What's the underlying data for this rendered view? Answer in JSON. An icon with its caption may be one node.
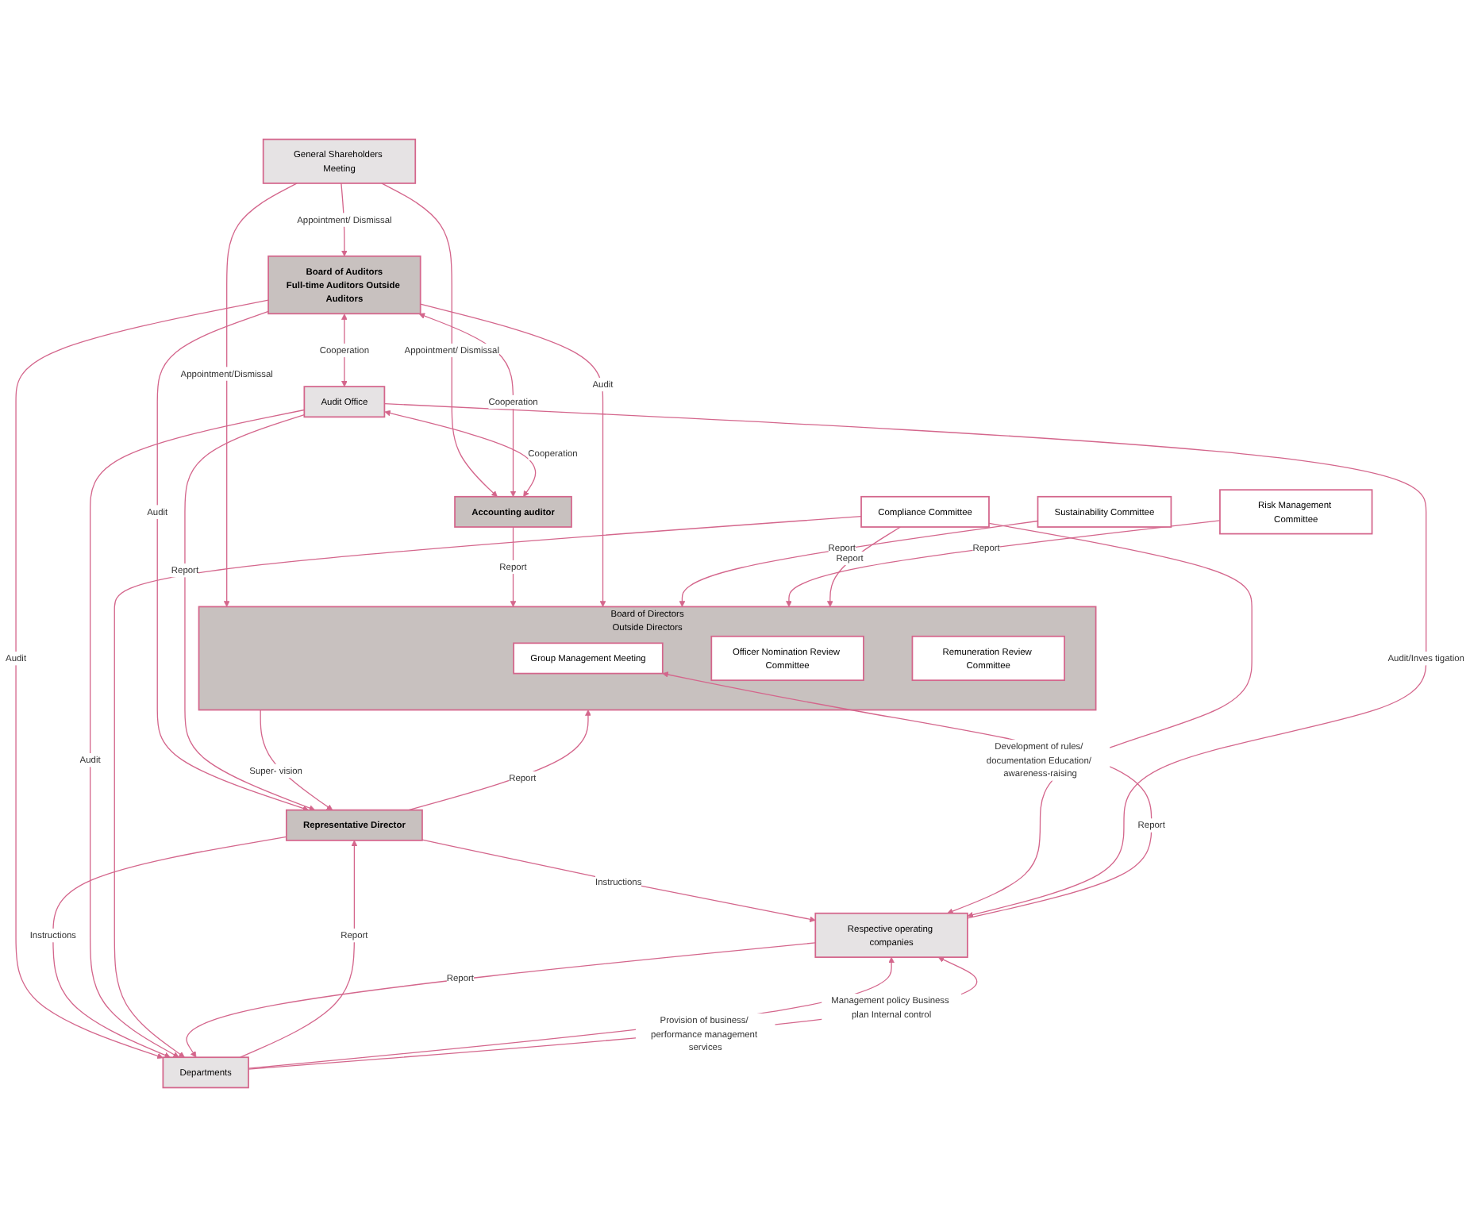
{
  "diagram": {
    "nodes": [
      {
        "text": [
          "General Shareholders Meeting"
        ]
      },
      {
        "text": [
          "Board of Directors",
          "Outside Directors"
        ]
      },
      {
        "text": [
          "Group Management Meeting"
        ],
        "in": 1
      },
      {
        "text": [
          "Officer Nomination Review Committee"
        ],
        "in": 1
      },
      {
        "text": [
          "Remuneration Review Committee"
        ],
        "in": 1
      },
      {
        "text": [
          "Board of Auditors",
          "Full-time Auditors Outside Auditors"
        ]
      },
      {
        "text": [
          "Accounting auditor"
        ]
      },
      {
        "text": [
          "Representative Director"
        ]
      },
      {
        "text": [
          "Risk Management Committee"
        ]
      },
      {
        "text": [
          "Sustainability Committee"
        ]
      },
      {
        "text": [
          "Compliance Committee"
        ]
      },
      {
        "text": [
          "Audit Office"
        ]
      },
      {
        "text": [
          "Departments"
        ]
      },
      {
        "text": [
          "Respective operating companies"
        ]
      }
    ],
    "edges": [
      {
        "from": 0,
        "to": 1,
        "label": "Appointment/Dismissal",
        "arrow": "to"
      },
      {
        "from": 0,
        "to": 5,
        "label": "Appointment/ Dismissal",
        "arrow": "to"
      },
      {
        "from": 0,
        "to": 6,
        "label": "Appointment/ Dismissal",
        "arrow": "to"
      },
      {
        "from": 6,
        "to": 1,
        "label": "Report",
        "arrow": "to"
      },
      {
        "from": 5,
        "to": 1,
        "label": "Audit",
        "arrow": "to"
      },
      {
        "from": 5,
        "to": 6,
        "label": "Cooperation",
        "arrow": "both"
      },
      {
        "from": 5,
        "to": 7,
        "label": "Audit",
        "arrow": "to"
      },
      {
        "from": 7,
        "to": 1,
        "label": "Report",
        "arrow": "to"
      },
      {
        "from": 1,
        "to": 7,
        "label": "Super- vision",
        "arrow": "to"
      },
      {
        "from": 9,
        "to": 1,
        "label": "Report",
        "arrow": "to"
      },
      {
        "from": 8,
        "to": 1,
        "label": "Report",
        "arrow": "to"
      },
      {
        "from": 10,
        "to": 1,
        "label": "Report",
        "arrow": "to"
      },
      {
        "from": 5,
        "to": 11,
        "label": "Cooperation",
        "arrow": "both"
      },
      {
        "from": 5,
        "to": 12,
        "label": "Audit",
        "arrow": "to"
      },
      {
        "from": 11,
        "to": 6,
        "label": "Cooperation",
        "arrow": "both"
      },
      {
        "from": 7,
        "to": 13,
        "label": "Instructions",
        "arrow": "to"
      },
      {
        "from": 7,
        "to": 12,
        "label": "Instructions",
        "arrow": "to"
      },
      {
        "from": 12,
        "to": 7,
        "label": "Report",
        "arrow": "to"
      },
      {
        "from": 11,
        "to": 7,
        "label": "Report",
        "arrow": "to"
      },
      {
        "from": 11,
        "to": 12,
        "label": "Audit",
        "arrow": "to"
      },
      {
        "from": 10,
        "to": 13,
        "label": "Development of rules/ documentation Education/ awareness-raising",
        "arrow": "to"
      },
      {
        "from": 10,
        "to": 12,
        "arrow": "to"
      },
      {
        "from": 12,
        "to": 13,
        "label": "Management policy Business plan Internal control",
        "arrow": "to"
      },
      {
        "from": 13,
        "to": 12,
        "label": "Report",
        "arrow": "to"
      },
      {
        "from": 12,
        "to": 13,
        "label": "Provision of business/ performance management services",
        "arrow": "to"
      },
      {
        "from": 11,
        "to": 13,
        "label": "Audit/Inves tigation",
        "arrow": "to"
      },
      {
        "from": 13,
        "to": 2,
        "label": "Report",
        "arrow": "to"
      }
    ]
  }
}
